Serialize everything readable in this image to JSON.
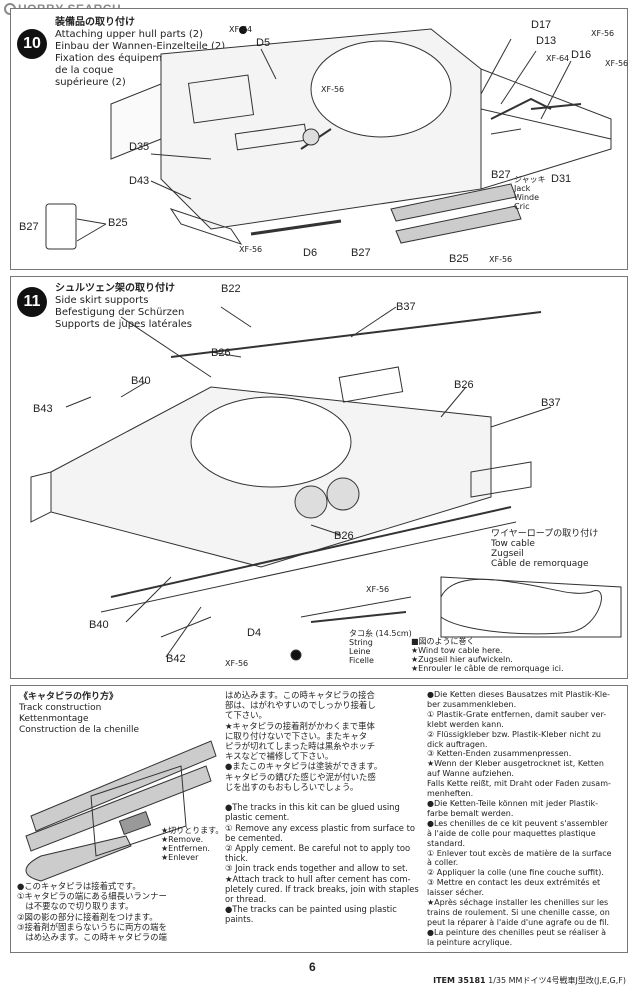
{
  "watermark": "HOBBY SEARCH",
  "step10": {
    "number": "10",
    "title": [
      "装備品の取り付け",
      "Attaching upper hull parts (2)",
      "Einbau der Wannen-Einzelteile (2)",
      "Fixation des équipements",
      "de la coque",
      "supérieure (2)"
    ],
    "labels": {
      "xf64a": "XF-64",
      "d5": "D5",
      "xf56a": "XF-56",
      "d35": "D35",
      "d43": "D43",
      "b27a": "B27",
      "b25a": "B25",
      "xf56b": "XF-56",
      "d6": "D6",
      "b27b": "B27",
      "d17": "D17",
      "xf56c": "XF-56",
      "d13": "D13",
      "xf64b": "XF-64",
      "d16": "D16",
      "xf56d": "XF-56",
      "b27c": "B27",
      "d31": "D31",
      "b25b": "B25",
      "xf56e": "XF-56"
    },
    "jack": [
      "ジャッキ",
      "Jack",
      "Winde",
      "Cric"
    ]
  },
  "step11": {
    "number": "11",
    "title": [
      "シュルツェン架の取り付け",
      "Side skirt supports",
      "Befestigung der Schürzen",
      "Supports de jupes latérales"
    ],
    "labels": {
      "b22": "B22",
      "b37a": "B37",
      "b26a": "B26",
      "b40a": "B40",
      "b43": "B43",
      "b26b": "B26",
      "b37b": "B37",
      "b26c": "B26",
      "b40b": "B40",
      "b42": "B42",
      "xf56a": "XF-56",
      "d4": "D4",
      "xf56b": "XF-56"
    },
    "string": [
      "タコ糸 (14.5cm)",
      "String",
      "Leine",
      "Ficelle"
    ],
    "cable_title": [
      "ワイヤーロープの取り付け",
      "Tow cable",
      "Zugseil",
      "Câble de remorquage"
    ],
    "cable_notes": [
      "■図のように巻く",
      "★Wind tow cable here.",
      "★Zugseil hier aufwickeln.",
      "★Enrouler le câble de remorquage ici."
    ]
  },
  "track": {
    "title": [
      "《キャタピラの作り方》",
      "Track construction",
      "Kettenmontage",
      "Construction de la chenille"
    ],
    "remove": [
      "★切りとります。",
      "★Remove.",
      "★Entfernen.",
      "★Enlever"
    ],
    "col1_jp": [
      "●このキャタピラは接着式です。",
      "①キャタピラの端にある細長いランナー",
      "　は不要なので切り取ります。",
      "②図の影の部分に接着剤をつけます。",
      "③接着剤が固まらないうちに両方の端を",
      "　はめ込みます。この時キャタピラの端"
    ],
    "col2": [
      "はめ込みます。この時キャタピラの接合",
      "部は、はがれやすいのでしっかり接着し",
      "て下さい。",
      "★キャタピラの接着剤がかわくまで車体",
      "に取り付けないで下さい。またキャタ",
      "ピラが切れてしまった時は黒糸やホッチ",
      "キスなどで補修して下さい。",
      "●またこのキャタピラは塗装ができます。",
      "キャタピラの錆びた感じや泥が付いた感",
      "じを出すのもおもしろいでしょう。",
      "",
      "●The tracks in this kit can be glued using",
      "plastic cement.",
      "① Remove any excess plastic from surface to",
      "be cemented.",
      "② Apply cement. Be careful not to apply too",
      "thick.",
      "③ Join track ends together and allow to set.",
      "★Attach track to hull after cement has com-",
      "pletely cured. If track breaks, join with staples",
      "or thread.",
      "●The tracks can be painted using plastic",
      "paints."
    ],
    "col3": [
      "●Die Ketten dieses Bausatzes mit Plastik-Kle-",
      "ber zusammenkleben.",
      "① Plastik-Grate entfernen, damit sauber ver-",
      "klebt werden kann.",
      "② Flüssigkleber bzw. Plastik-Kleber nicht zu",
      "dick auftragen.",
      "③ Ketten-Enden zusammenpressen.",
      "★Wenn der Kleber ausgetrocknet ist, Ketten",
      "auf Wanne aufziehen.",
      "Falls Kette reißt, mit Draht oder Faden zusam-",
      "menheften.",
      "●Die Ketten-Teile können mit jeder Plastik-",
      "farbe bemalt werden.",
      "●Les chenilles de ce kit peuvent s'assembler",
      "à l'aide de colle pour maquettes plastique",
      "standard.",
      "① Enlever tout excès de matière de la surface",
      "à coller.",
      "② Appliquer la colle (une fine couche suffit).",
      "③ Mettre en contact les deux extrémités et",
      "laisser sécher.",
      "★Après séchage installer les chenilles sur les",
      "trains de roulement. Si une chenille casse, on",
      "peut la réparer à l'aide d'une agrafe ou de fil.",
      "●La peinture des chenilles peut se réaliser à",
      "la peinture acrylique."
    ]
  },
  "footer": {
    "page": "6",
    "item": "ITEM 35181",
    "desc": "1/35 MMドイツ4号戦車J型改(J,E,G,F)"
  }
}
